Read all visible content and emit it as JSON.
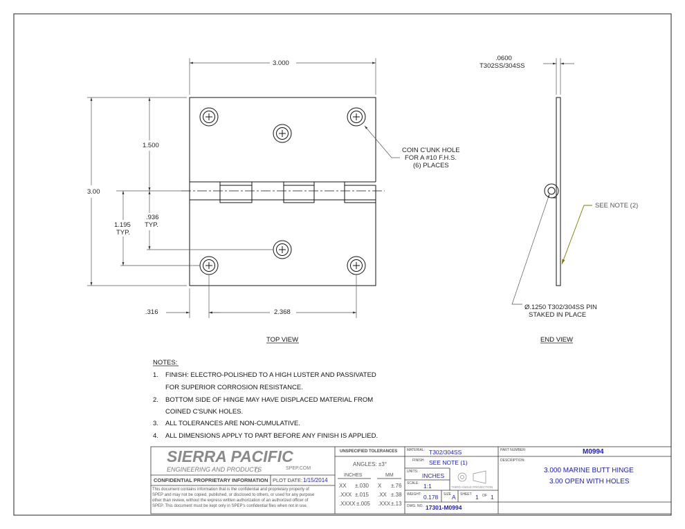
{
  "dimensions": {
    "overall_width": "3.000",
    "overall_height": "3.00",
    "upper_hole_offset": "1.500",
    "lower_hole_offset": ".936",
    "lower_hole_offset_suffix": "TYP.",
    "lower_row_offset": "1.195",
    "lower_row_offset_suffix": "TYP.",
    "edge_offset": ".316",
    "hole_spacing": "2.368",
    "thickness": ".0600",
    "thickness_material": "T302SS/304SS"
  },
  "callouts": {
    "hole_line1": "COIN C'UNK HOLE",
    "hole_line2": "FOR A #10 F.H.S.",
    "hole_line3": "(6) PLACES",
    "see_note": "SEE NOTE (2)",
    "pin_line1": "Ø.1250 T302/304SS PIN",
    "pin_line2": "STAKED IN PLACE"
  },
  "views": {
    "top": "TOP VIEW",
    "end": "END VIEW"
  },
  "notes": {
    "heading": "NOTES:",
    "items": [
      {
        "num": "1.",
        "line1": "FINISH: ELECTRO-POLISHED TO A HIGH LUSTER AND PASSIVATED",
        "line2": "FOR SUPERIOR CORROSION RESISTANCE."
      },
      {
        "num": "2.",
        "line1": "BOTTOM SIDE OF HINGE MAY HAVE DISPLACED MATERIAL FROM",
        "line2": "COINED C'SUNK HOLES."
      },
      {
        "num": "3.",
        "line1": "ALL TOLERANCES ARE NON-CUMULATIVE.",
        "line2": ""
      },
      {
        "num": "4.",
        "line1": "ALL DIMENSIONS APPLY TO PART BEFORE ANY FINISH IS APPLIED.",
        "line2": ""
      }
    ]
  },
  "title_block": {
    "company": "SIERRA PACIFIC",
    "company_sub": "ENGINEERING AND PRODUCTS",
    "website": "SPEP.COM",
    "confidential_heading": "CONFIDENTIAL PROPRIETARY INFORMATION",
    "plot_date_label": "PLOT DATE:",
    "plot_date": "1/15/2014",
    "confidential_text": [
      "This document contains information that is the confidential and proprietary property of",
      "SPEP and may not be copied, published, or disclosed to others, or used for any purpose",
      "other than review, without the express written authorization of an authorized officer of",
      "SPEP. This document must be kept only in SPEP's confidential files when not in use."
    ],
    "tolerances": {
      "heading": "UNSPECIFIED TOLERANCES",
      "angles": "ANGLES: ±3°",
      "inches_label": "INCHES",
      "mm_label": "MM",
      "rows": [
        {
          "in_places": "XX",
          "in_tol": "±.030",
          "mm_places": "X",
          "mm_tol": "±.76"
        },
        {
          "in_places": ".XXX",
          "in_tol": "±.015",
          "mm_places": ".XX",
          "mm_tol": "±.38"
        },
        {
          "in_places": ".XXXX",
          "in_tol": "±.005",
          "mm_places": ".XXX",
          "mm_tol": "±.13"
        }
      ]
    },
    "material_label": "MATERIAL:",
    "material": "T302/304SS",
    "finish_label": "FINISH:",
    "finish": "SEE NOTE (1)",
    "units_label": "UNITS:",
    "units": "INCHES",
    "scale_label": "SCALE:",
    "scale": "1:1",
    "projection_label": "THIRD ANGLE PROJECTION",
    "weight_label": "WEIGHT:",
    "weight": "0.178",
    "size_label": "SIZE",
    "size": "A",
    "sheet_label": "SHEET",
    "sheet": "1",
    "of_label": "OF",
    "sheet_total": "1",
    "dwg_label": "DWG. NO.",
    "dwg_no": "17301-M0994",
    "part_number_label": "PART NUMBER:",
    "part_number": "M0994",
    "description_label": "DESCRIPTION:",
    "description_line1": "3.000 MARINE BUTT HINGE",
    "description_line2": "3.00 OPEN WITH HOLES"
  },
  "colors": {
    "line": "#111111",
    "dimension": "#555555",
    "value_blue": "#1a1ad6",
    "note_leader": "#7a7a00",
    "company_gray": "#8a8a8a"
  }
}
